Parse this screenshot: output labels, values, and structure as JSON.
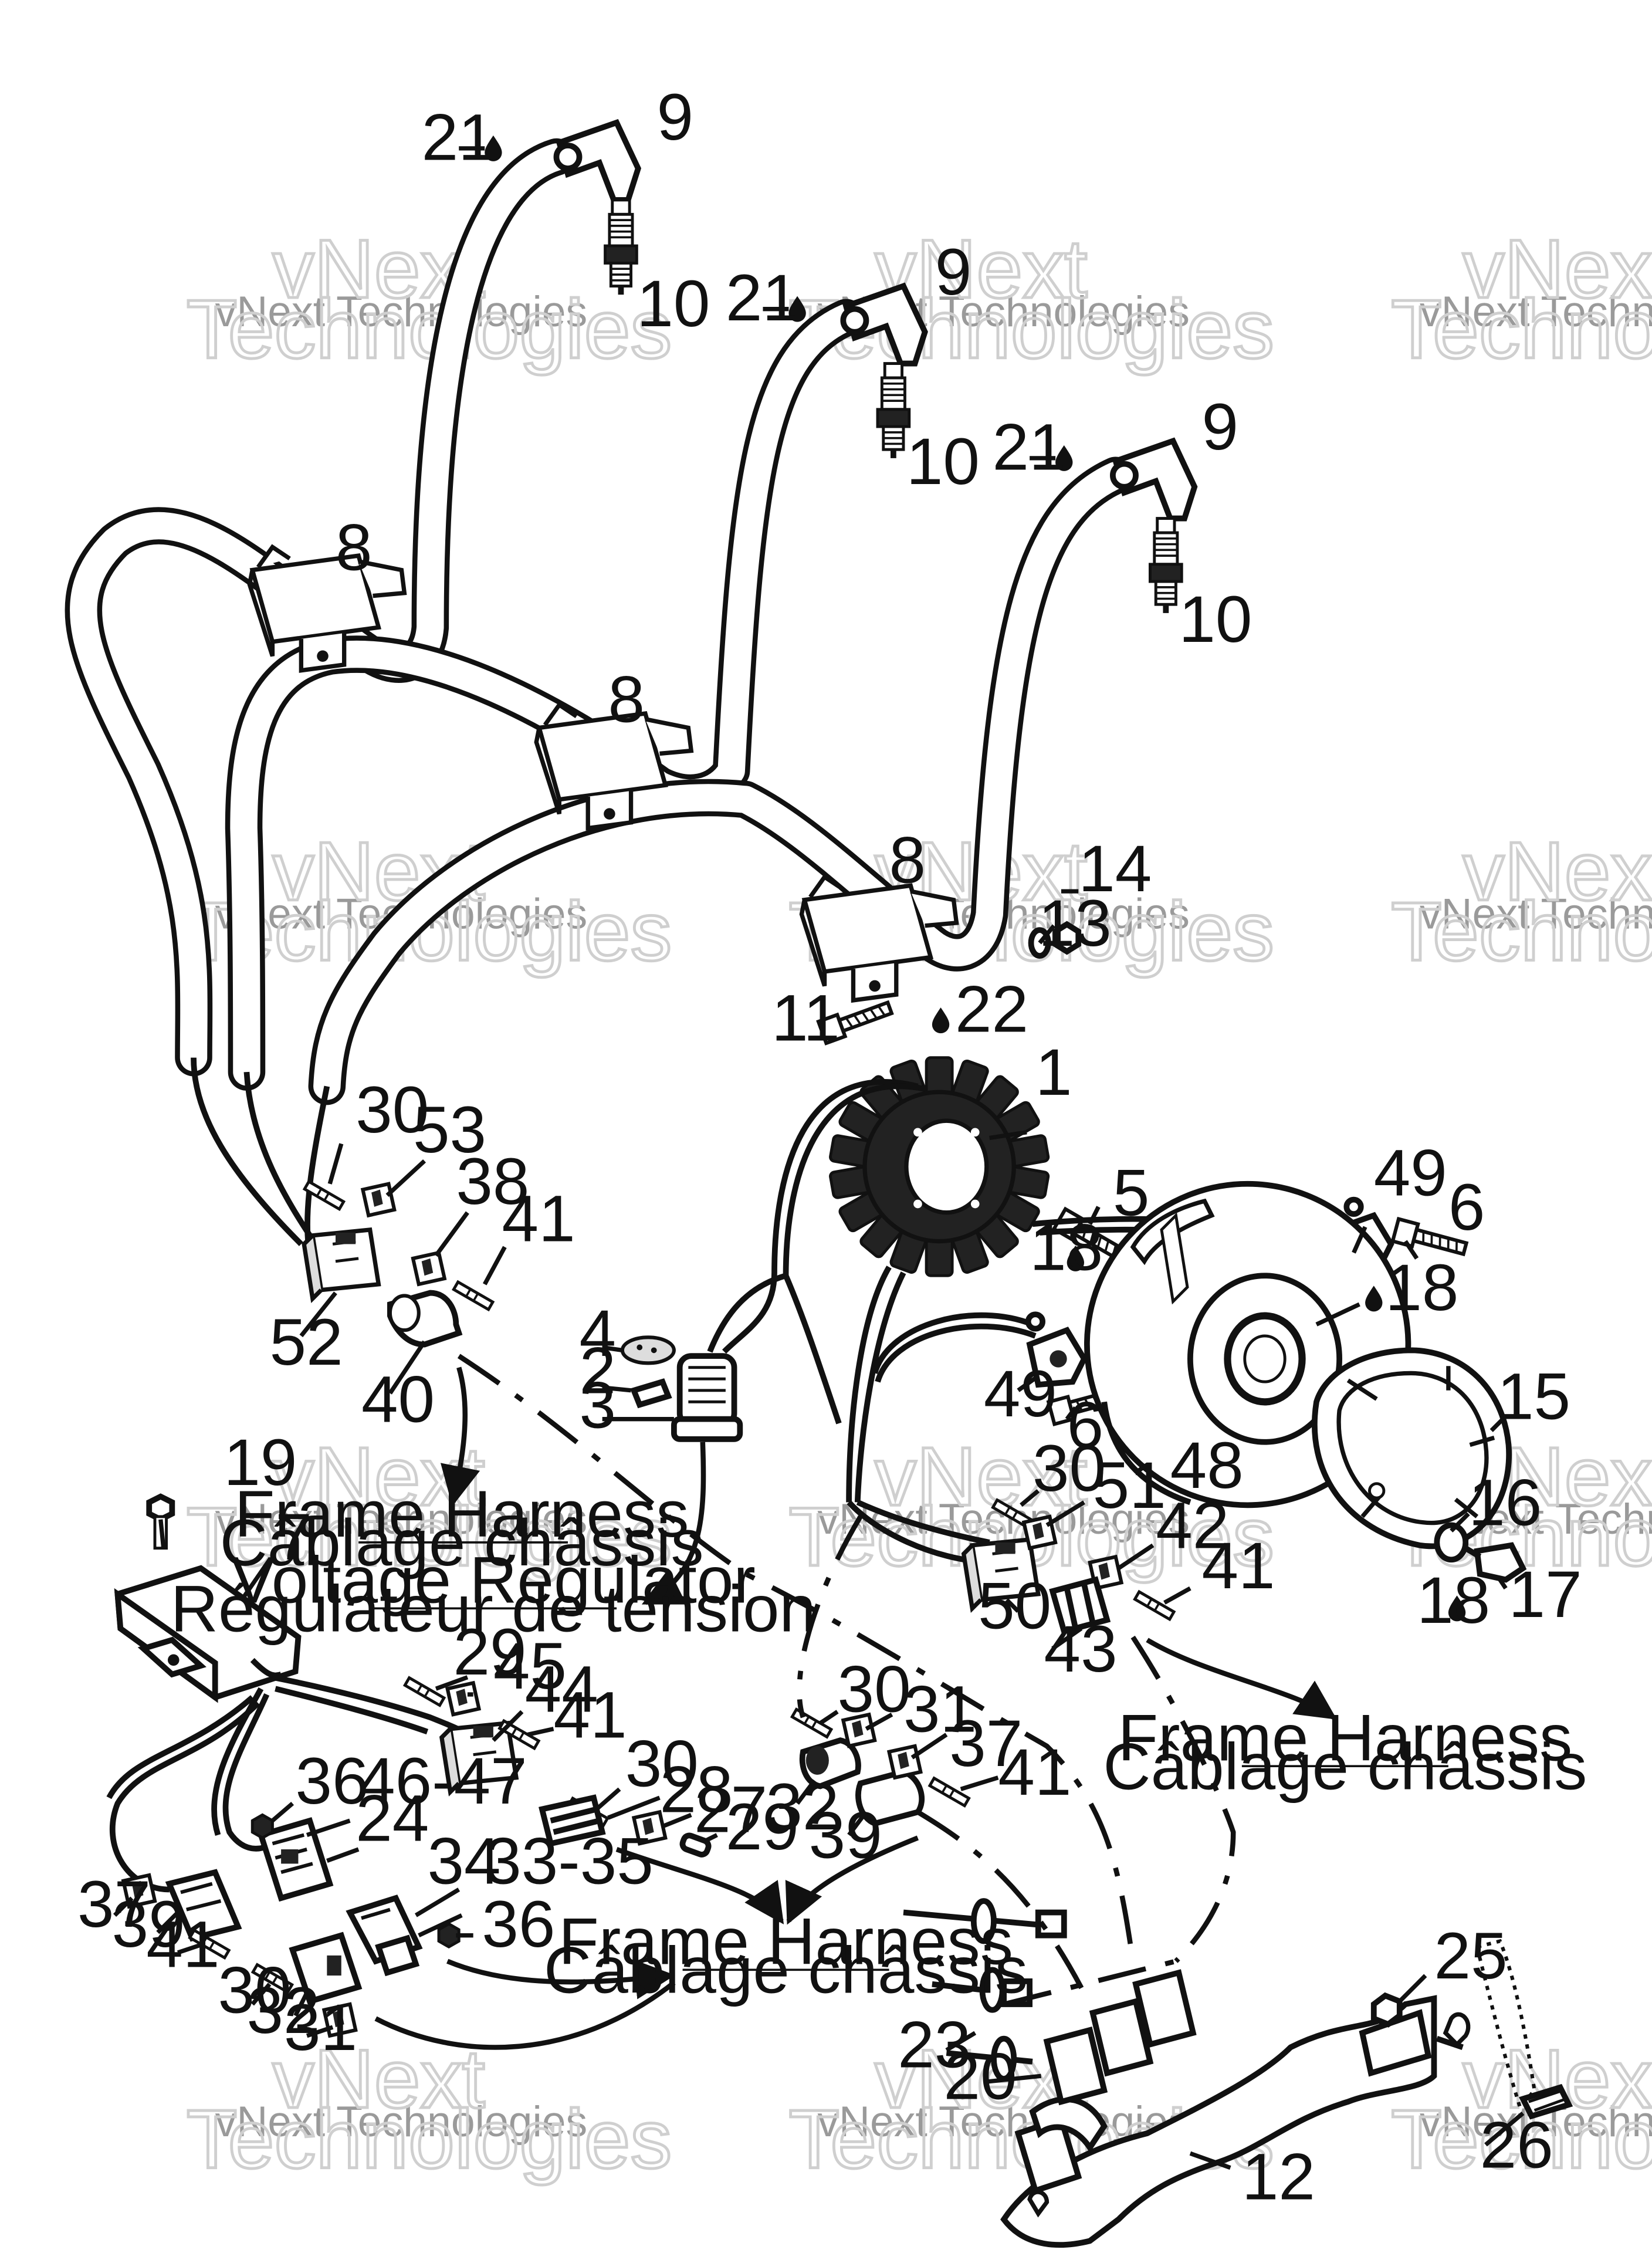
{
  "callouts": [
    {
      "id": "c9a",
      "text": "9"
    },
    {
      "id": "c21a",
      "text": "21"
    },
    {
      "id": "c10a",
      "text": "10"
    },
    {
      "id": "c9b",
      "text": "9"
    },
    {
      "id": "c21b",
      "text": "21"
    },
    {
      "id": "c10b",
      "text": "10"
    },
    {
      "id": "c9c",
      "text": "9"
    },
    {
      "id": "c21c",
      "text": "21"
    },
    {
      "id": "c10c",
      "text": "10"
    },
    {
      "id": "c8a",
      "text": "8"
    },
    {
      "id": "c8b",
      "text": "8"
    },
    {
      "id": "c8c",
      "text": "8"
    },
    {
      "id": "c14",
      "text": "14"
    },
    {
      "id": "c13",
      "text": "13"
    },
    {
      "id": "c11",
      "text": "11"
    },
    {
      "id": "c22",
      "text": "22"
    },
    {
      "id": "c1",
      "text": "1"
    },
    {
      "id": "c5",
      "text": "5"
    },
    {
      "id": "c18a",
      "text": "18"
    },
    {
      "id": "c49a",
      "text": "49"
    },
    {
      "id": "c6a",
      "text": "6"
    },
    {
      "id": "c18b",
      "text": "18"
    },
    {
      "id": "c15",
      "text": "15"
    },
    {
      "id": "c49b",
      "text": "49"
    },
    {
      "id": "c6b",
      "text": "6"
    },
    {
      "id": "c48",
      "text": "48"
    },
    {
      "id": "c16",
      "text": "16"
    },
    {
      "id": "c17",
      "text": "17"
    },
    {
      "id": "c18c",
      "text": "18"
    },
    {
      "id": "c30a",
      "text": "30"
    },
    {
      "id": "c53",
      "text": "53"
    },
    {
      "id": "c38",
      "text": "38"
    },
    {
      "id": "c41a",
      "text": "41"
    },
    {
      "id": "c52",
      "text": "52"
    },
    {
      "id": "c40",
      "text": "40"
    },
    {
      "id": "c4",
      "text": "4"
    },
    {
      "id": "c2",
      "text": "2"
    },
    {
      "id": "c3",
      "text": "3"
    },
    {
      "id": "c30b",
      "text": "30"
    },
    {
      "id": "c51",
      "text": "51"
    },
    {
      "id": "c42",
      "text": "42"
    },
    {
      "id": "c41b",
      "text": "41"
    },
    {
      "id": "c50",
      "text": "50"
    },
    {
      "id": "c43",
      "text": "43"
    },
    {
      "id": "c19",
      "text": "19"
    },
    {
      "id": "c7",
      "text": "7"
    },
    {
      "id": "c29a",
      "text": "29"
    },
    {
      "id": "c45",
      "text": "45"
    },
    {
      "id": "c44",
      "text": "44"
    },
    {
      "id": "c41c",
      "text": "41"
    },
    {
      "id": "c30c",
      "text": "30"
    },
    {
      "id": "c28",
      "text": "28"
    },
    {
      "id": "c27",
      "text": "27"
    },
    {
      "id": "c29b",
      "text": "29"
    },
    {
      "id": "c30d",
      "text": "30"
    },
    {
      "id": "c31a",
      "text": "31"
    },
    {
      "id": "c37a",
      "text": "37"
    },
    {
      "id": "c41d",
      "text": "41"
    },
    {
      "id": "c32a",
      "text": "32"
    },
    {
      "id": "c39a",
      "text": "39"
    },
    {
      "id": "c36a",
      "text": "36"
    },
    {
      "id": "c4647",
      "text": "46-47"
    },
    {
      "id": "c24",
      "text": "24"
    },
    {
      "id": "c37b",
      "text": "37"
    },
    {
      "id": "c39b",
      "text": "39"
    },
    {
      "id": "c41e",
      "text": "41"
    },
    {
      "id": "c34",
      "text": "34"
    },
    {
      "id": "c3335",
      "text": "33-35"
    },
    {
      "id": "c36b",
      "text": "36"
    },
    {
      "id": "c30e",
      "text": "30"
    },
    {
      "id": "c32b",
      "text": "32"
    },
    {
      "id": "c31b",
      "text": "31"
    },
    {
      "id": "c25",
      "text": "25"
    },
    {
      "id": "c23",
      "text": "23"
    },
    {
      "id": "c20",
      "text": "20"
    },
    {
      "id": "c12",
      "text": "12"
    },
    {
      "id": "c26",
      "text": "26"
    }
  ],
  "captions": {
    "frame_harness_1": {
      "line1": "Frame Harness",
      "line2": "Câblage châssis"
    },
    "voltage_regulator": {
      "line1": "Voltage Regulator",
      "line2": "Régulateur de tension"
    },
    "frame_harness_2": {
      "line1": "Frame Harness",
      "line2": "Câblage châssis"
    },
    "frame_harness_3": {
      "line1": "Frame Harness",
      "line2": "Câblage châssis"
    }
  },
  "watermark": {
    "small": "vNext Technologies",
    "big_line1": "vNext",
    "big_line2": "Technologies"
  },
  "icons": {
    "lubricant": "drop-icon"
  }
}
